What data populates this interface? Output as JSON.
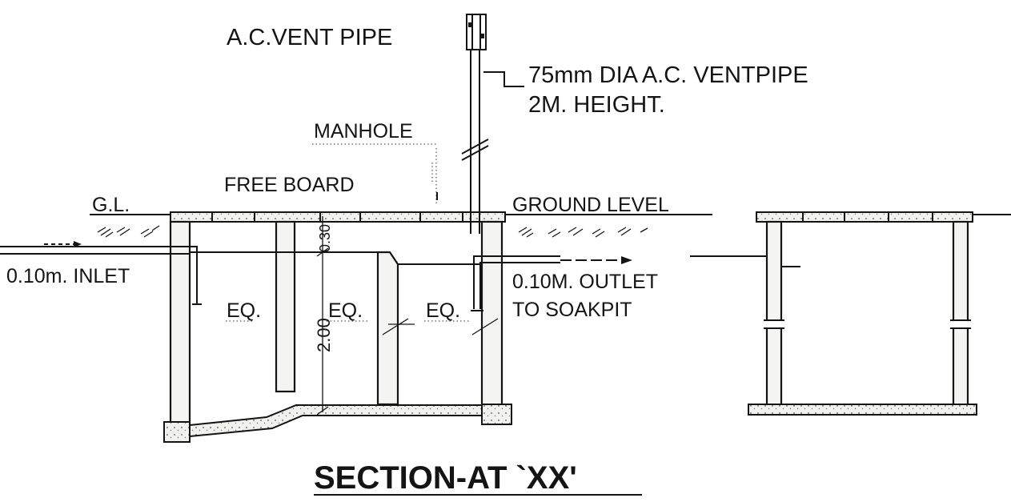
{
  "labels": {
    "vent_pipe": "A.C.VENT PIPE",
    "vent_spec_line1": "75mm DIA A.C. VENTPIPE",
    "vent_spec_line2": "2M. HEIGHT.",
    "manhole": "MANHOLE",
    "free_board": "FREE BOARD",
    "ground_level_short": "G.L.",
    "ground_level": "GROUND LEVEL",
    "inlet": "0.10m. INLET",
    "eq_1": "EQ.",
    "eq_2": "EQ.",
    "eq_3": "EQ.",
    "outlet_line1": "0.10M. OUTLET",
    "outlet_line2": "TO SOAKPIT",
    "dim_depth": "2.00",
    "dim_freeboard": "0.30"
  },
  "title": "SECTION-AT `XX'"
}
